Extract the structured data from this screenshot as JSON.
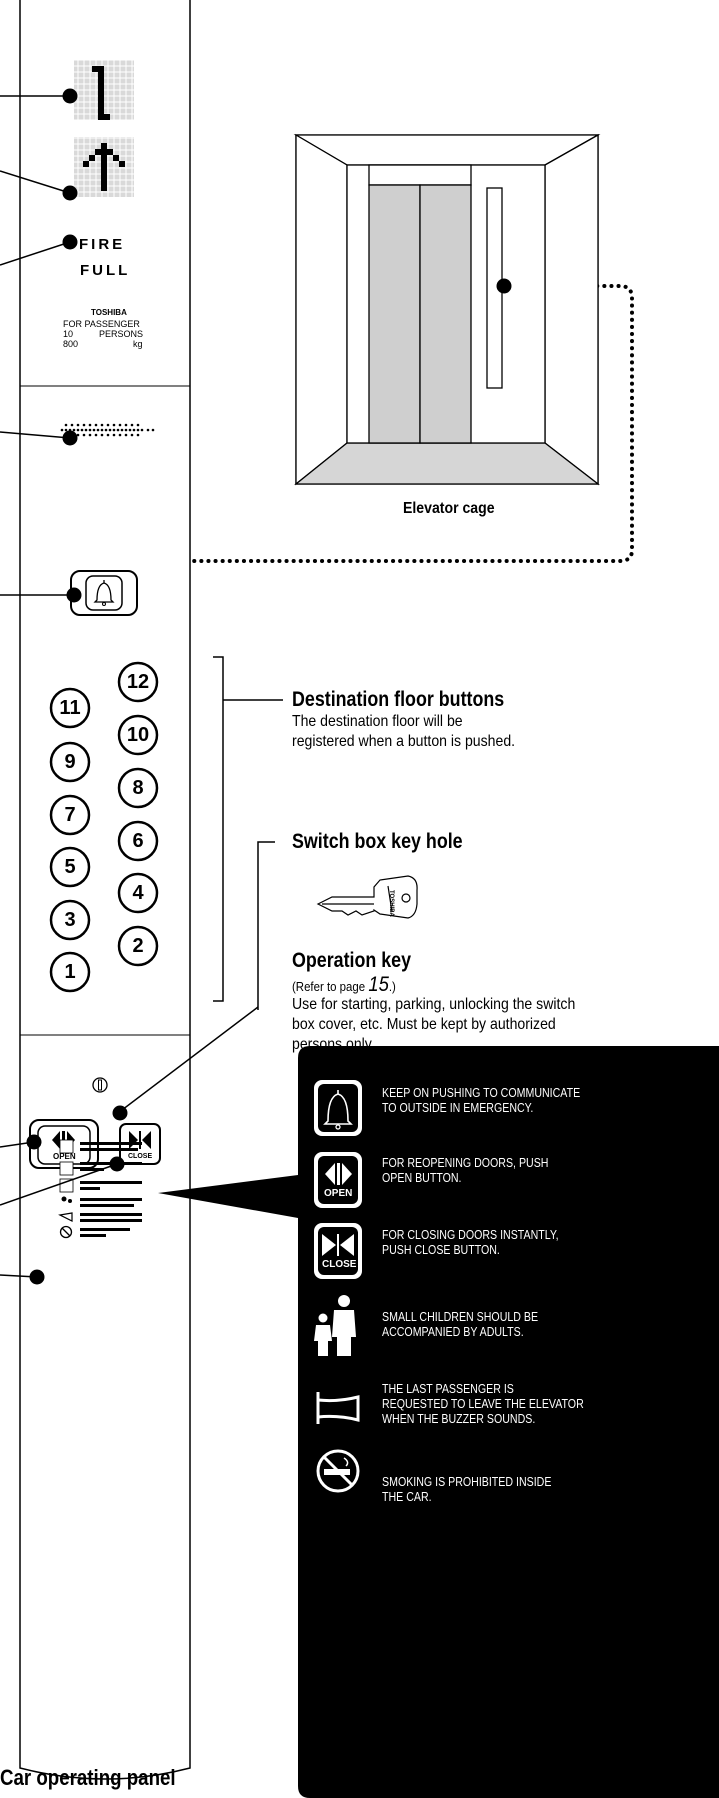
{
  "panel": {
    "fire_label": "FIRE",
    "full_label": "FULL",
    "brand": "TOSHIBA",
    "capacity_line1": "FOR PASSENGER",
    "capacity_persons_num": "10",
    "capacity_persons_unit": "PERSONS",
    "capacity_weight_num": "800",
    "capacity_weight_unit": "kg",
    "floor_buttons_left": [
      "11",
      "9",
      "7",
      "5",
      "3",
      "1"
    ],
    "floor_buttons_right": [
      "12",
      "10",
      "8",
      "6",
      "4",
      "2"
    ],
    "open_label": "OPEN",
    "close_label": "CLOSE",
    "caption": "Car operating panel"
  },
  "cage": {
    "caption": "Elevator cage"
  },
  "descriptions": {
    "destination_title": "Destination floor buttons",
    "destination_line1": "The destination floor will be",
    "destination_line2": "registered when a button is pushed.",
    "keyhole_title": "Switch box key hole",
    "key_title": "Operation key",
    "key_ref_prefix": "(Refer to page ",
    "key_ref_page": "15",
    "key_ref_suffix": ".)",
    "key_line1": "Use for starting, parking, unlocking the switch",
    "key_line2": "box cover, etc. Must be kept by authorized",
    "key_line3": "persons only."
  },
  "notice": {
    "items": [
      {
        "icon": "bell-icon",
        "line1": "KEEP ON PUSHING TO COMMUNICATE",
        "line2": "TO OUTSIDE IN EMERGENCY.",
        "line3": ""
      },
      {
        "icon": "open-door-icon",
        "line1": "FOR REOPENING DOORS, PUSH",
        "line2": "OPEN BUTTON.",
        "line3": ""
      },
      {
        "icon": "close-door-icon",
        "line1": "FOR CLOSING DOORS INSTANTLY,",
        "line2": "PUSH CLOSE BUTTON.",
        "line3": ""
      },
      {
        "icon": "adult-child-icon",
        "line1": "SMALL CHILDREN SHOULD BE",
        "line2": "ACCOMPANIED BY ADULTS.",
        "line3": ""
      },
      {
        "icon": "buzzer-horn-icon",
        "line1": "THE LAST PASSENGER IS",
        "line2": "REQUESTED TO LEAVE THE ELEVATOR",
        "line3": "WHEN THE BUZZER SOUNDS."
      },
      {
        "icon": "no-smoking-icon",
        "line1": "SMOKING IS PROHIBITED INSIDE",
        "line2": "THE CAR.",
        "line3": ""
      }
    ],
    "open_icon_label": "OPEN",
    "close_icon_label": "CLOSE"
  }
}
